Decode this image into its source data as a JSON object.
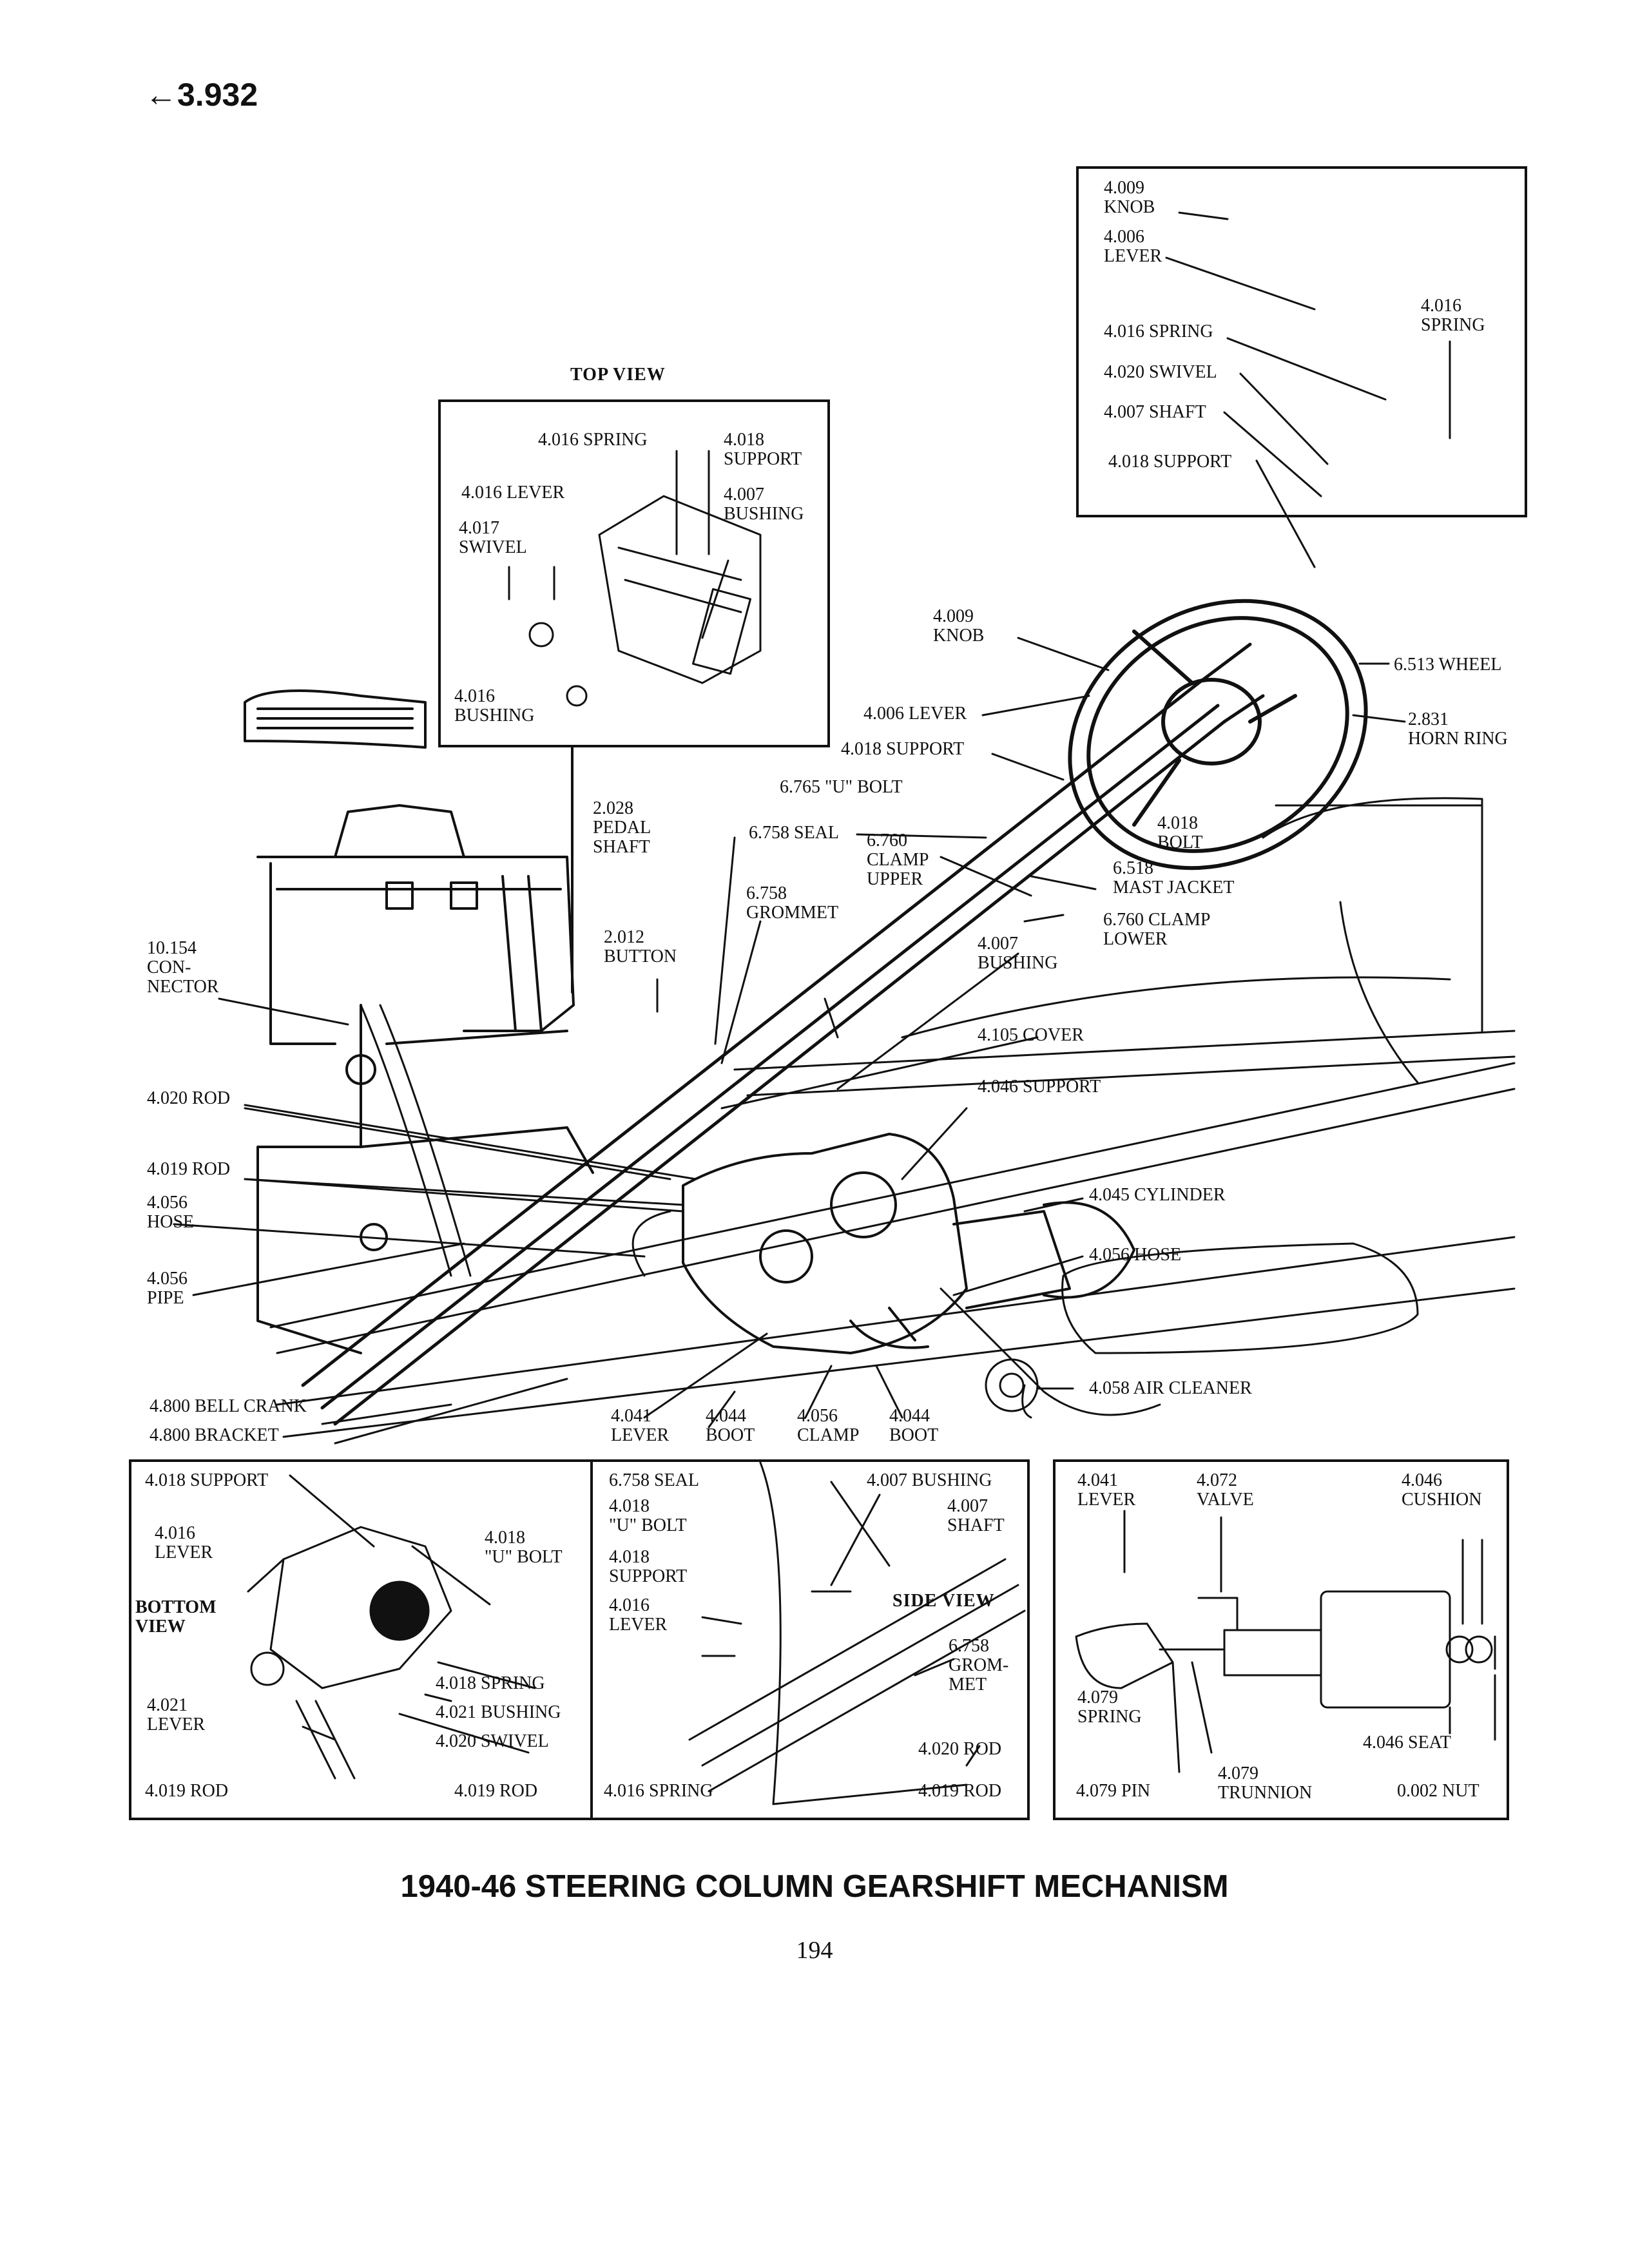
{
  "page_ref": "←3.932",
  "top_view_title": "TOP VIEW",
  "side_view_title": "SIDE VIEW",
  "bottom_view_title": "BOTTOM\nVIEW",
  "caption": "1940-46 STEERING COLUMN GEARSHIFT MECHANISM",
  "page_number": "194",
  "labels": {
    "top_knob": "4.009\nKNOB",
    "top_lever": "4.006\nLEVER",
    "top_spring_right": "4.016\nSPRING",
    "top_spring": "4.016 SPRING",
    "top_swivel": "4.020 SWIVEL",
    "top_shaft": "4.007 SHAFT",
    "top_support": "4.018 SUPPORT",
    "tv_spring": "4.016 SPRING",
    "tv_support": "4.018\nSUPPORT",
    "tv_lever": "4.016 LEVER",
    "tv_bushing_r": "4.007\nBUSHING",
    "tv_swivel": "4.017\nSWIVEL",
    "tv_bushing_l": "4.016\nBUSHING",
    "m_knob": "4.009\nKNOB",
    "m_wheel": "6.513 WHEEL",
    "m_lever": "4.006 LEVER",
    "m_horn": "2.831\nHORN RING",
    "m_support": "4.018 SUPPORT",
    "m_ubolt": "6.765 \"U\" BOLT",
    "m_bolt": "4.018\nBOLT",
    "m_pedal": "2.028\nPEDAL\nSHAFT",
    "m_seal": "6.758 SEAL",
    "m_clamp_upper": "6.760\nCLAMP\nUPPER",
    "m_mast": "6.518\nMAST JACKET",
    "m_grommet": "6.758\nGROMMET",
    "m_clamp_lower": "6.760 CLAMP\nLOWER",
    "m_button": "2.012\nBUTTON",
    "m_bushing": "4.007\nBUSHING",
    "m_connector": "10.154\nCON-\nNECTOR",
    "m_cover": "4.105 COVER",
    "m_rod20": "4.020 ROD",
    "m_support46": "4.046 SUPPORT",
    "m_rod19": "4.019 ROD",
    "m_cylinder": "4.045 CYLINDER",
    "m_hose_l": "4.056\nHOSE",
    "m_hose_r": "4.056 HOSE",
    "m_pipe": "4.056\nPIPE",
    "m_bellcrank": "4.800 BELL CRANK",
    "m_bracket": "4.800 BRACKET",
    "m_lever41": "4.041\nLEVER",
    "m_boot44a": "4.044\nBOOT",
    "m_clamp56": "4.056\nCLAMP",
    "m_boot44b": "4.044\nBOOT",
    "m_aircleaner": "4.058 AIR CLEANER",
    "b1_support": "4.018 SUPPORT",
    "b1_lever": "4.016\nLEVER",
    "b1_ubolt": "4.018\n\"U\" BOLT",
    "b1_spring": "4.018 SPRING",
    "b1_lever21": "4.021\nLEVER",
    "b1_bushing": "4.021 BUSHING",
    "b1_swivel": "4.020 SWIVEL",
    "b1_rod_l": "4.019 ROD",
    "b1_rod_r": "4.019 ROD",
    "b2_seal": "6.758 SEAL",
    "b2_bushing": "4.007 BUSHING",
    "b2_ubolt": "4.018\n\"U\" BOLT",
    "b2_shaft": "4.007\nSHAFT",
    "b2_support": "4.018\nSUPPORT",
    "b2_lever": "4.016\nLEVER",
    "b2_grommet": "6.758\nGROM-\nMET",
    "b2_rod20": "4.020 ROD",
    "b2_spring": "4.016 SPRING",
    "b2_rod19": "4.019 ROD",
    "b3_lever": "4.041\nLEVER",
    "b3_valve": "4.072\nVALVE",
    "b3_cushion": "4.046\nCUSHION",
    "b3_spring": "4.079\nSPRING",
    "b3_seat": "4.046 SEAT",
    "b3_trunnion": "4.079\nTRUNNION",
    "b3_pin": "4.079 PIN",
    "b3_nut": "0.002 NUT"
  }
}
